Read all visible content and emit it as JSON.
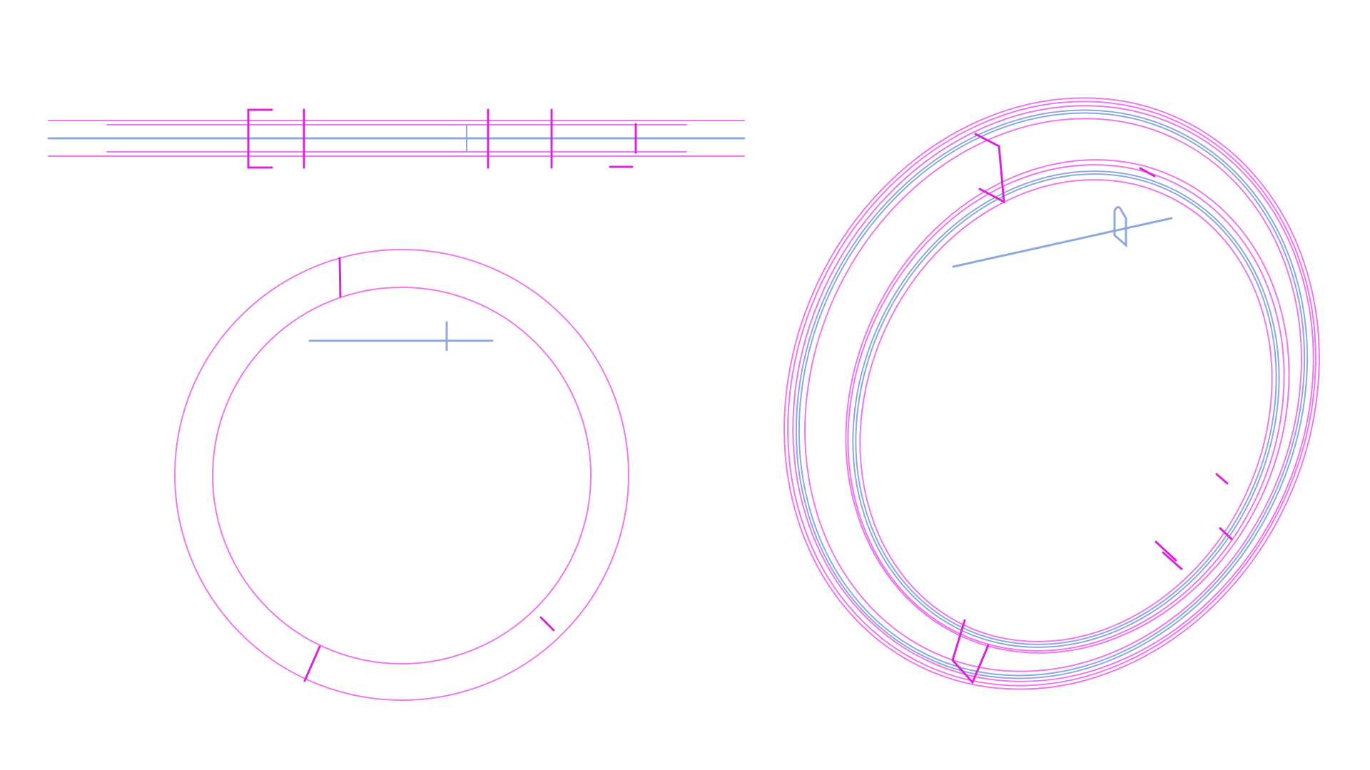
{
  "drawing": {
    "views": [
      {
        "id": "side-elevation",
        "kind": "side"
      },
      {
        "id": "top-plan",
        "kind": "plan"
      },
      {
        "id": "isometric",
        "kind": "isometric"
      }
    ],
    "colors": {
      "primary_outline": "#ee77ee",
      "accent_marker": "#dd22dd",
      "secondary_line": "#8fa8de",
      "background": "#ffffff"
    }
  }
}
